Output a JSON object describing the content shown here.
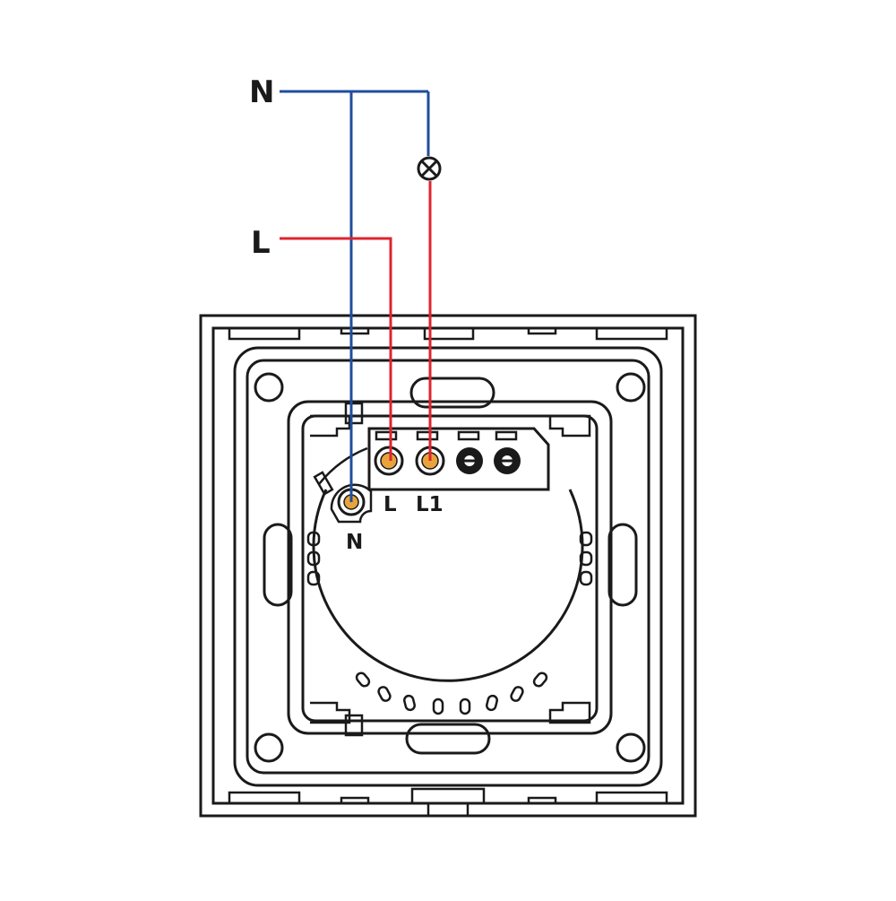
{
  "supply_labels": {
    "neutral": "N",
    "live": "L"
  },
  "terminal_labels": {
    "live_in": "L",
    "load_out": "L1",
    "neutral": "N"
  },
  "colors": {
    "neutral_wire": "#1f4e9c",
    "live_wire": "#e0242f",
    "outline": "#1a1a1a",
    "terminal_copper": "#e8a33c",
    "background": "#ffffff"
  },
  "icons": {
    "lamp": "lamp-cross-circle-icon"
  }
}
